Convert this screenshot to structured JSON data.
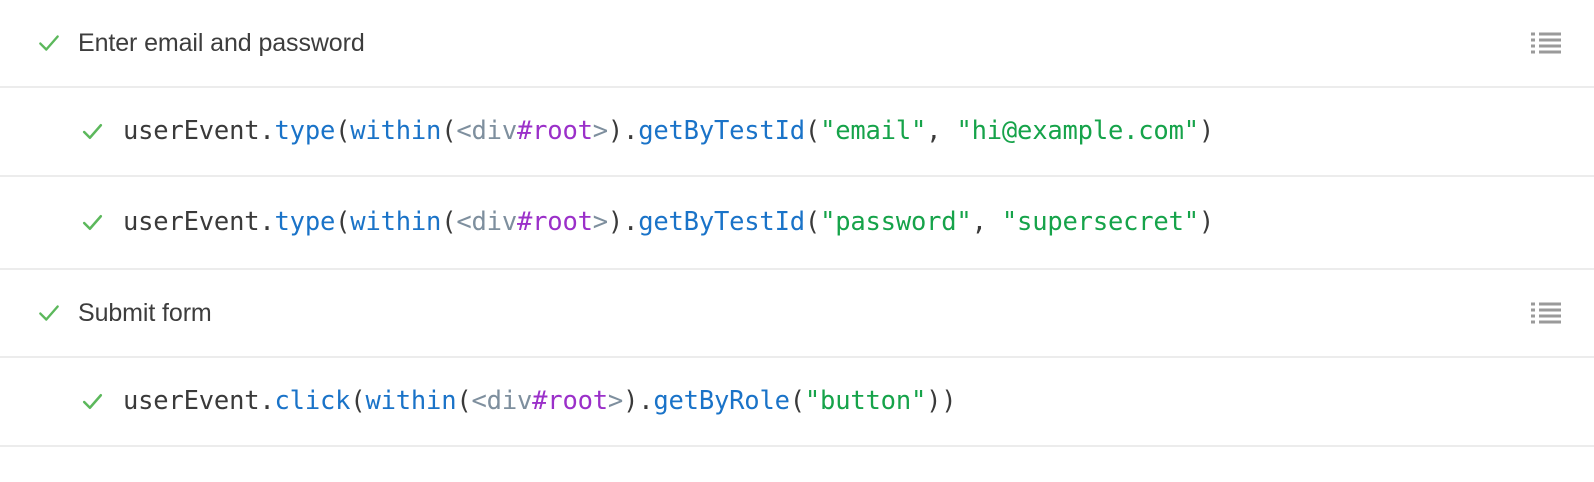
{
  "colors": {
    "check_green": "#5cb85c",
    "code_default": "#3a3a3a",
    "code_function": "#1a73c8",
    "code_tag": "#7e8f9e",
    "code_id": "#9b30c9",
    "code_string": "#16a34a",
    "row_border": "#ececec",
    "suite_text": "#3d3d3d",
    "icon_gray": "#9a9a9a",
    "background": "#ffffff"
  },
  "icons": {
    "check": "check-icon",
    "list": "list-icon"
  },
  "rows": [
    {
      "kind": "suite",
      "status": "passed",
      "title": "Enter email and password",
      "has_list_icon": true
    },
    {
      "kind": "command",
      "status": "passed",
      "tokens": [
        {
          "t": "userEvent.",
          "c": "punct"
        },
        {
          "t": "type",
          "c": "fn"
        },
        {
          "t": "(",
          "c": "punct"
        },
        {
          "t": "within",
          "c": "fn"
        },
        {
          "t": "(",
          "c": "punct"
        },
        {
          "t": "<div",
          "c": "tag"
        },
        {
          "t": "#root",
          "c": "id"
        },
        {
          "t": ">",
          "c": "tag"
        },
        {
          "t": ").",
          "c": "punct"
        },
        {
          "t": "getByTestId",
          "c": "fn"
        },
        {
          "t": "(",
          "c": "punct"
        },
        {
          "t": "\"email\"",
          "c": "str"
        },
        {
          "t": ", ",
          "c": "punct"
        },
        {
          "t": "\"hi@example.com\"",
          "c": "str"
        },
        {
          "t": ")",
          "c": "punct"
        }
      ],
      "has_list_icon": false
    },
    {
      "kind": "command",
      "status": "passed",
      "tokens": [
        {
          "t": "userEvent.",
          "c": "punct"
        },
        {
          "t": "type",
          "c": "fn"
        },
        {
          "t": "(",
          "c": "punct"
        },
        {
          "t": "within",
          "c": "fn"
        },
        {
          "t": "(",
          "c": "punct"
        },
        {
          "t": "<div",
          "c": "tag"
        },
        {
          "t": "#root",
          "c": "id"
        },
        {
          "t": ">",
          "c": "tag"
        },
        {
          "t": ").",
          "c": "punct"
        },
        {
          "t": "getByTestId",
          "c": "fn"
        },
        {
          "t": "(",
          "c": "punct"
        },
        {
          "t": "\"password\"",
          "c": "str"
        },
        {
          "t": ", ",
          "c": "punct"
        },
        {
          "t": "\"supersecret\"",
          "c": "str"
        },
        {
          "t": ")",
          "c": "punct"
        }
      ],
      "has_list_icon": false
    },
    {
      "kind": "suite",
      "status": "passed",
      "title": "Submit form",
      "has_list_icon": true
    },
    {
      "kind": "command",
      "status": "passed",
      "tokens": [
        {
          "t": "userEvent.",
          "c": "punct"
        },
        {
          "t": "click",
          "c": "fn"
        },
        {
          "t": "(",
          "c": "punct"
        },
        {
          "t": "within",
          "c": "fn"
        },
        {
          "t": "(",
          "c": "punct"
        },
        {
          "t": "<div",
          "c": "tag"
        },
        {
          "t": "#root",
          "c": "id"
        },
        {
          "t": ">",
          "c": "tag"
        },
        {
          "t": ").",
          "c": "punct"
        },
        {
          "t": "getByRole",
          "c": "fn"
        },
        {
          "t": "(",
          "c": "punct"
        },
        {
          "t": "\"button\"",
          "c": "str"
        },
        {
          "t": "))",
          "c": "punct"
        }
      ],
      "has_list_icon": false
    }
  ]
}
